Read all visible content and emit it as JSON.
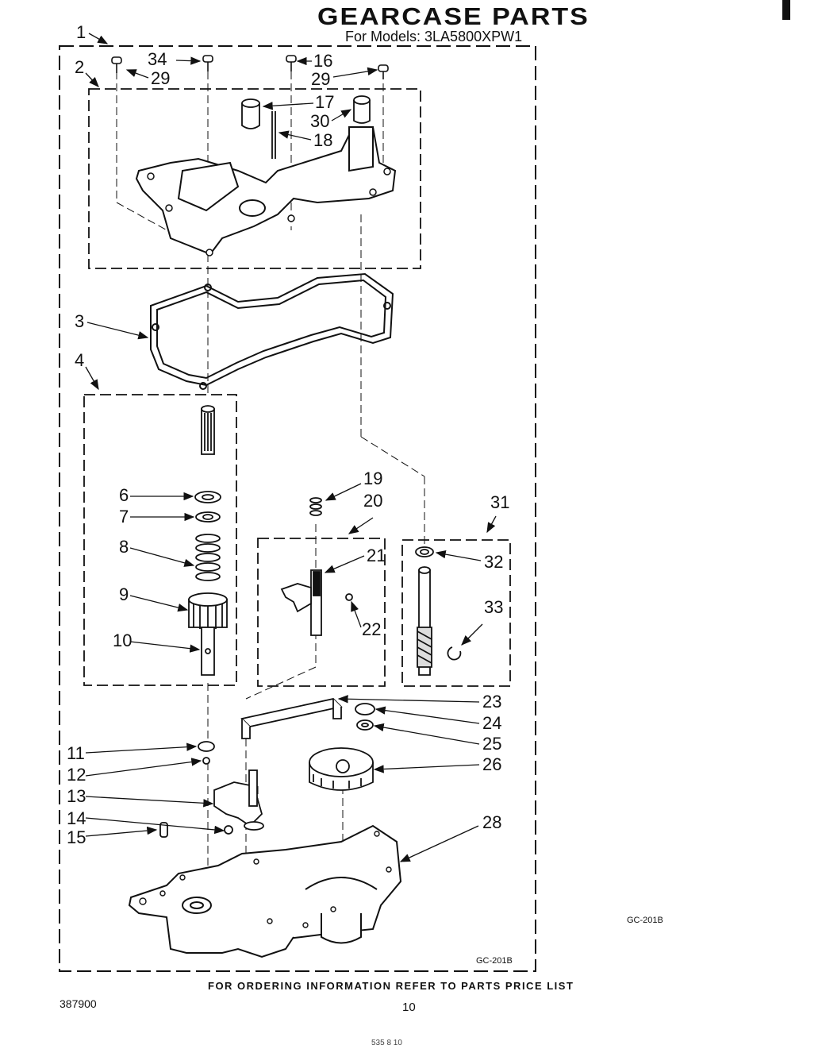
{
  "header": {
    "title": "GEARCASE PARTS",
    "subtitle": "For Models: 3LA5800XPW1"
  },
  "callouts": [
    "1",
    "2",
    "3",
    "4",
    "6",
    "7",
    "8",
    "9",
    "10",
    "11",
    "12",
    "13",
    "14",
    "15",
    "16",
    "17",
    "18",
    "19",
    "20",
    "21",
    "22",
    "23",
    "24",
    "25",
    "26",
    "28",
    "29",
    "29",
    "30",
    "31",
    "32",
    "33",
    "34"
  ],
  "footer": {
    "ordering_note": "FOR ORDERING INFORMATION REFER TO PARTS PRICE LIST",
    "doc_number": "387900",
    "page_number": "10",
    "diagram_code_inner": "GC-201B",
    "diagram_code_outer": "GC-201B",
    "scribble": "535 8 10"
  }
}
